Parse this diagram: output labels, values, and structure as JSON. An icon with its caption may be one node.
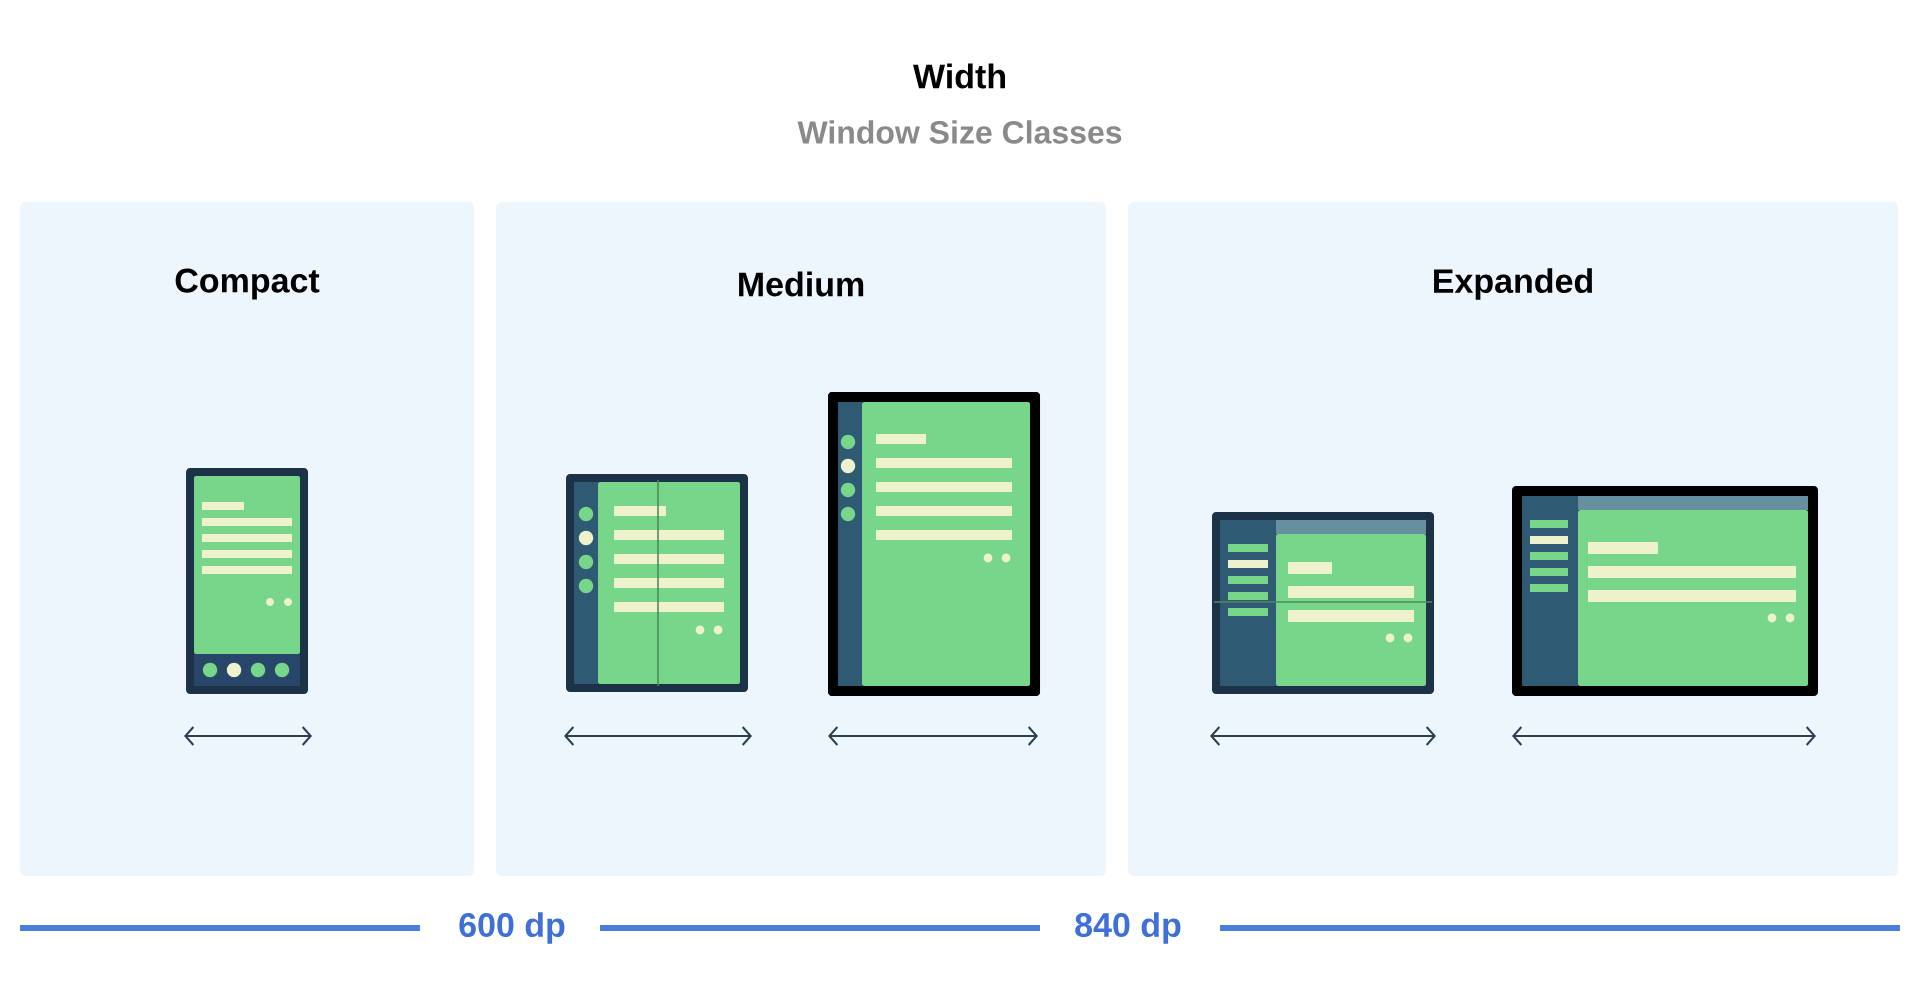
{
  "diagram": {
    "title": "Width",
    "caption": "Window Size Classes",
    "nodes": [
      {
        "text": [
          "Compact"
        ]
      },
      {
        "text": [
          "Medium"
        ]
      },
      {
        "text": [
          "Expanded"
        ]
      }
    ],
    "labels": [
      "600 dp",
      "840 dp"
    ]
  }
}
